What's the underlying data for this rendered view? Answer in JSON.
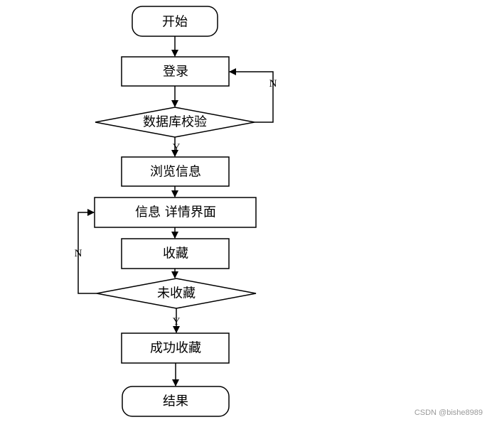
{
  "nodes": {
    "start": "开始",
    "login": "登录",
    "db_check": "数据库校验",
    "browse": "浏览信息",
    "detail": "信息 详情界面",
    "favorite": "收藏",
    "not_favorited": "未收藏",
    "success": "成功收藏",
    "end": "结果"
  },
  "edge_labels": {
    "db_check_no": "N",
    "db_check_yes": "Y",
    "not_favorited_no": "N",
    "not_favorited_yes": "Y"
  },
  "watermark": "CSDN @bishe8989"
}
